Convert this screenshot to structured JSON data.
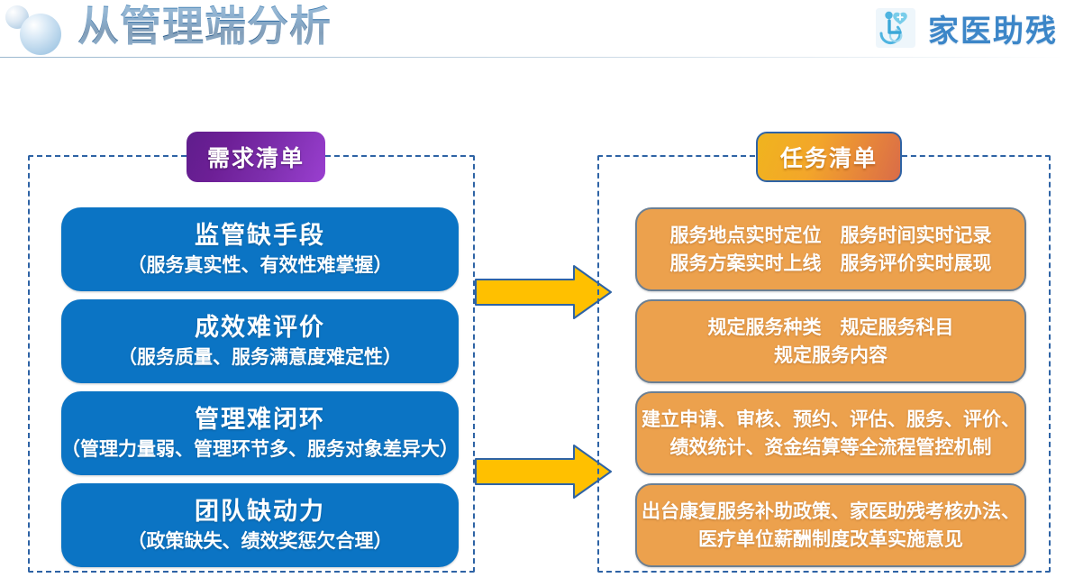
{
  "header": {
    "title": "从管理端分析",
    "brand_name": "家医助残",
    "logo_icon": "wheelchair-heart-icon",
    "deco_icon": "bubble-circles-icon",
    "title_gradient_top": "#5f97c4",
    "title_gradient_bottom": "#1d4f7f",
    "brand_color": "#3c86c8"
  },
  "colors": {
    "panel_border": "#2e63a5",
    "card_blue": "#0b74c4",
    "card_orange": "#eca14d",
    "card_orange_border": "#6b7f93",
    "arrow_fill": "#ffc000",
    "arrow_stroke": "#2e63a5",
    "badge_purple_from": "#5f1e8c",
    "badge_purple_to": "#9a3fd0",
    "badge_orange_from": "#f0b41e",
    "badge_orange_to": "#d96c48"
  },
  "panels": [
    {
      "id": "requirements",
      "badge": "需求清单",
      "cards": [
        {
          "title": "监管缺手段",
          "sub": "（服务真实性、有效性难掌握）"
        },
        {
          "title": "成效难评价",
          "sub": "（服务质量、服务满意度难定性）"
        },
        {
          "title": "管理难闭环",
          "sub": "（管理力量弱、管理环节多、服务对象差异大）"
        },
        {
          "title": "团队缺动力",
          "sub": "（政策缺失、绩效奖惩欠合理）"
        }
      ]
    },
    {
      "id": "tasks",
      "badge": "任务清单",
      "cards": [
        {
          "line1": "服务地点实时定位　服务时间实时记录",
          "line2": "服务方案实时上线　服务评价实时展现"
        },
        {
          "line1": "规定服务种类　规定服务科目",
          "line2": "规定服务内容"
        },
        {
          "line1": "建立申请、审核、预约、评估、服务、评价、",
          "line2": "绩效统计、资金结算等全流程管控机制"
        },
        {
          "line1": "出台康复服务补助政策、家医助残考核办法、",
          "line2": "医疗单位薪酬制度改革实施意见"
        }
      ]
    }
  ],
  "arrows": [
    {
      "name": "arrow-top",
      "icon": "arrow-right-icon"
    },
    {
      "name": "arrow-bottom",
      "icon": "arrow-right-icon"
    }
  ]
}
